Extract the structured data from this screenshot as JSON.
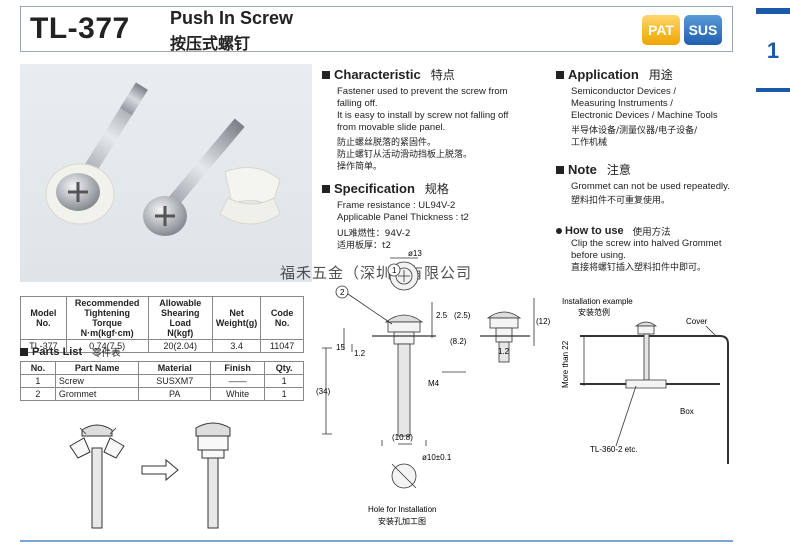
{
  "header": {
    "model": "TL-377",
    "title_en": "Push In Screw",
    "title_cn": "按压式螺钉",
    "badge_pat": "PAT",
    "badge_sus": "SUS",
    "page_tab": "1"
  },
  "characteristic": {
    "heading": "Characteristic",
    "heading_cn": "特点",
    "lines": [
      "Fastener used to prevent the screw from",
      "falling off.",
      "It is easy to install by screw not falling off",
      "from movable slide panel."
    ],
    "lines_cn": [
      "防止螺丝脱落的紧固件。",
      "防止螺钉从活动滑动挡板上脱落。",
      "操作简单。"
    ]
  },
  "specification": {
    "heading": "Specification",
    "heading_cn": "规格",
    "lines": [
      "Frame resistance : UL94V-2",
      "Applicable Panel Thickness : t2"
    ],
    "lines_cn": [
      "UL难燃性：94V-2",
      "适用板厚：t2"
    ]
  },
  "application": {
    "heading": "Application",
    "heading_cn": "用途",
    "lines": [
      "Semiconductor Devices /",
      "Measuring Instruments /",
      "Electronic Devices / Machine Tools"
    ],
    "lines_cn": [
      "半导体设备/测量仪器/电子设备/",
      "工作机械"
    ]
  },
  "note": {
    "heading": "Note",
    "heading_cn": "注意",
    "line": "Grommet can not be used repeatedly.",
    "line_cn": "塑料扣件不可重复使用。"
  },
  "how_to_use": {
    "heading": "How to use",
    "heading_cn": "使用方法",
    "lines": [
      "Clip the screw into halved Grommet",
      "before using."
    ],
    "line_cn": "直接将螺钉插入塑料扣件中即可。"
  },
  "watermark": "福禾五金（深圳）有限公司",
  "spec_table": {
    "headers": [
      "Model No.",
      "Recommended Tightening Torque N·m(kgf·cm)",
      "Allowable Shearing Load N(kgf)",
      "Net Weight(g)",
      "Code No."
    ],
    "header_lines": [
      [
        "Model No."
      ],
      [
        "Recommended",
        "Tightening Torque",
        "N·m(kgf·cm)"
      ],
      [
        "Allowable",
        "Shearing Load",
        "N(kgf)"
      ],
      [
        "Net",
        "Weight(g)"
      ],
      [
        "Code No."
      ]
    ],
    "rows": [
      [
        "TL-377",
        "0.74(7.5)",
        "20(2.04)",
        "3.4",
        "11047"
      ]
    ]
  },
  "parts_list": {
    "heading": "Parts List",
    "heading_cn": "零件表",
    "headers": [
      "No.",
      "Part Name",
      "Material",
      "Finish",
      "Qty."
    ],
    "rows": [
      [
        "1",
        "Screw",
        "SUSXM7",
        "——",
        "1"
      ],
      [
        "2",
        "Grommet",
        "PA",
        "White",
        "1"
      ]
    ]
  },
  "drawing": {
    "dia13": "ø13",
    "callout1": "1",
    "callout2": "2",
    "dim_2_5": "2.5",
    "dim_2_5p": "(2.5)",
    "dim_12": "(12)",
    "dim_15": "15",
    "dim_1_2": "1.2",
    "dim_8_2": "(8.2)",
    "dim_34": "(34)",
    "m4": "M4",
    "dim_10_8": "(10.8)",
    "dim_1_2b": "1.2",
    "hole_dia": "ø10±0.1",
    "hole_en": "Hole for Installation",
    "hole_cn": "安装孔加工图"
  },
  "install_example": {
    "title_en": "Installation example",
    "title_cn": "安装范例",
    "cover": "Cover",
    "more_than": "More than 22",
    "box": "Box",
    "tl360": "TL-360-2 etc."
  }
}
